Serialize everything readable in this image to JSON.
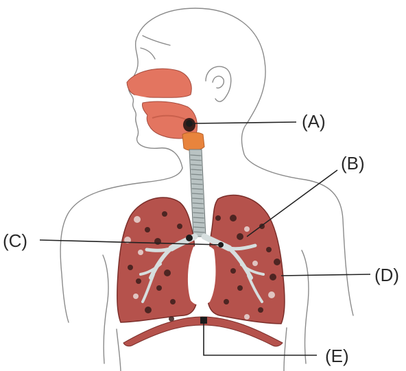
{
  "labels": {
    "A": "(A)",
    "B": "(B)",
    "C": "(C)",
    "D": "(D)",
    "E": "(E)"
  },
  "colors": {
    "lung": "#b5524c",
    "lung_dark": "#7a2e2a",
    "mouth": "#e37560",
    "larynx": "#e8843d",
    "trachea": "#b9c3c3",
    "bronchi": "#d6dede",
    "outline": "#8a8a8a"
  }
}
